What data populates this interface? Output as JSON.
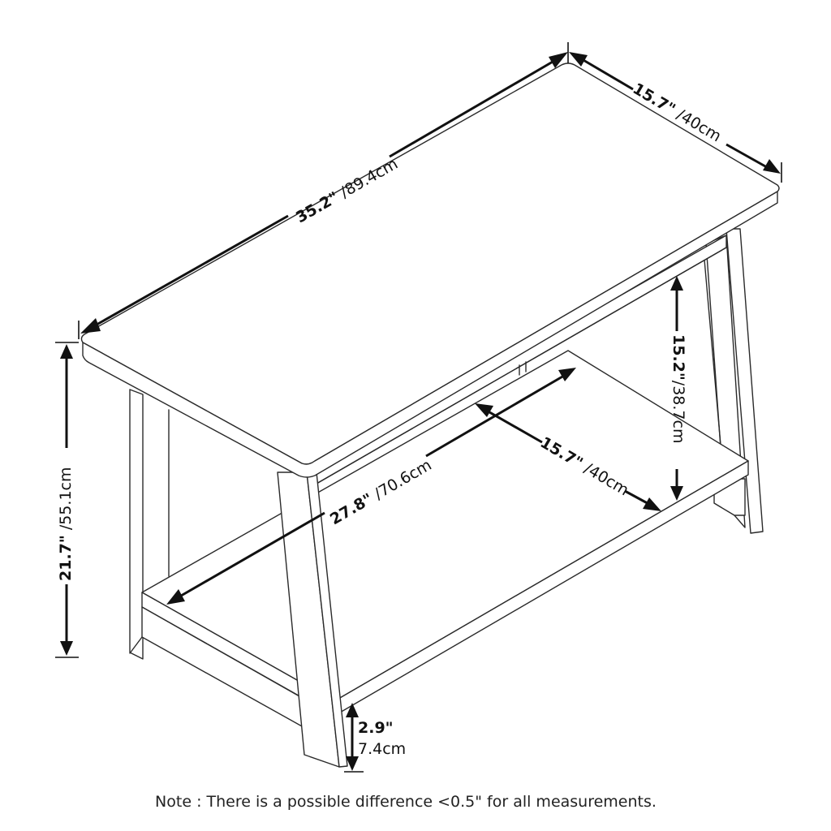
{
  "diagram": {
    "title": "Table dimensions diagram",
    "colors": {
      "line": "#2a2a2a",
      "dimension": "#111111",
      "background": "#ffffff"
    }
  },
  "dimensions": {
    "top_length": {
      "inches": "35.2\"",
      "sep": " /",
      "cm": "89.4cm"
    },
    "top_depth": {
      "inches": "15.7\"",
      "sep": " /",
      "cm": "40cm"
    },
    "total_height": {
      "inches": "21.7\"",
      "sep": " /",
      "cm": "55.1cm"
    },
    "shelf_clearance": {
      "inches": "15.2\"",
      "sep": "/",
      "cm": "38.7cm"
    },
    "shelf_depth": {
      "inches": "15.7\"",
      "sep": " /",
      "cm": "40cm"
    },
    "shelf_length": {
      "inches": "27.8\"",
      "sep": " /",
      "cm": "70.6cm"
    },
    "floor_clearance": {
      "inches": "2.9\"",
      "cm": "7.4cm"
    }
  },
  "note": "Note : There is a possible difference <0.5\" for all measurements."
}
